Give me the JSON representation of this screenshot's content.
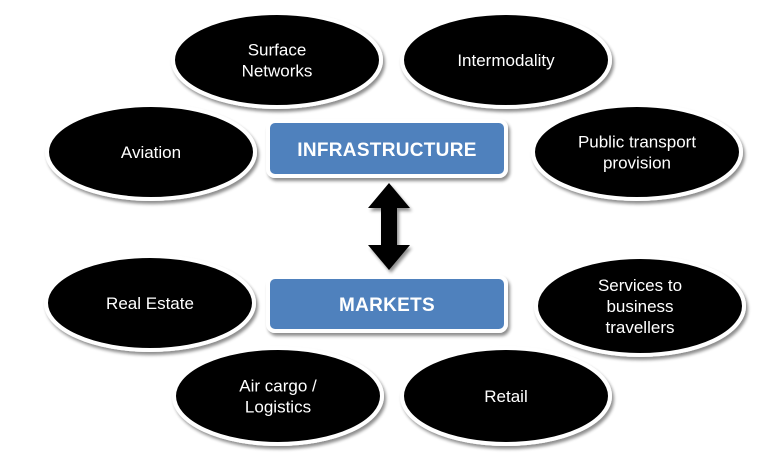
{
  "diagram": {
    "hubs": {
      "infrastructure": {
        "label": "INFRASTRUCTURE"
      },
      "markets": {
        "label": "MARKETS"
      }
    },
    "connector": {
      "type": "double-arrow",
      "icon": "double-headed-vertical-arrow-icon",
      "between": [
        "INFRASTRUCTURE",
        "MARKETS"
      ]
    },
    "infrastructure_nodes": [
      {
        "id": "surface-networks",
        "lines": [
          "Surface",
          "Networks"
        ]
      },
      {
        "id": "intermodality",
        "lines": [
          "Intermodality"
        ]
      },
      {
        "id": "aviation",
        "lines": [
          "Aviation"
        ]
      },
      {
        "id": "public-transport-provision",
        "lines": [
          "Public transport",
          "provision"
        ]
      }
    ],
    "market_nodes": [
      {
        "id": "real-estate",
        "lines": [
          "Real Estate"
        ]
      },
      {
        "id": "services-to-business-travellers",
        "lines": [
          "Services to",
          "business",
          "travellers"
        ]
      },
      {
        "id": "air-cargo-logistics",
        "lines": [
          "Air cargo /",
          "Logistics"
        ]
      },
      {
        "id": "retail",
        "lines": [
          "Retail"
        ]
      }
    ],
    "colors": {
      "hub_fill": "#4F81BD",
      "hub_border": "#ffffff",
      "node_fill": "#000000",
      "node_text": "#ffffff",
      "arrow_fill": "#000000"
    }
  }
}
